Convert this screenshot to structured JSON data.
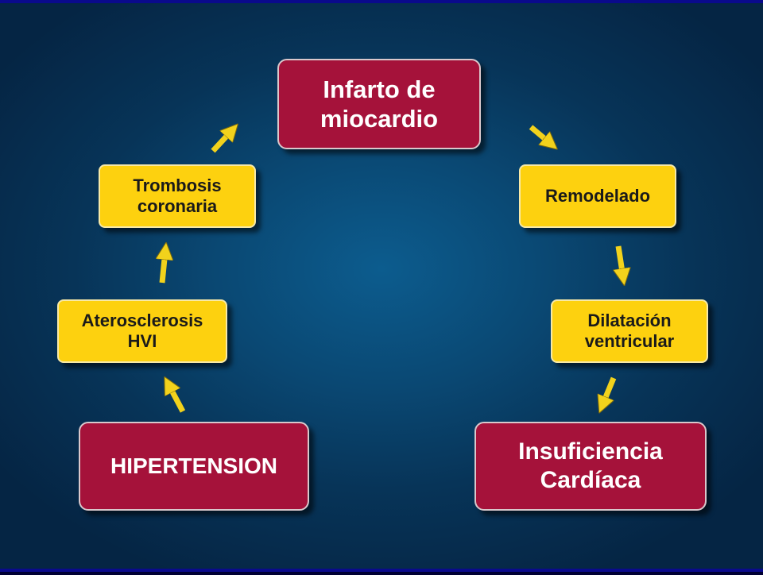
{
  "nodes": {
    "infarto": "Infarto de\nmiocardio",
    "remodelado": "Remodelado",
    "dilatacion": "Dilatación\nventricular",
    "insuficiencia": "Insuficiencia\nCardíaca",
    "hipertension": "HIPERTENSION",
    "aterosclerosis": "Aterosclerosis\nHVI",
    "trombosis": "Trombosis\ncoronaria"
  },
  "colors": {
    "red_box": "#a5123a",
    "yellow_box": "#fdd10f",
    "arrow": "#f2d21c",
    "background": "#0a4873"
  }
}
